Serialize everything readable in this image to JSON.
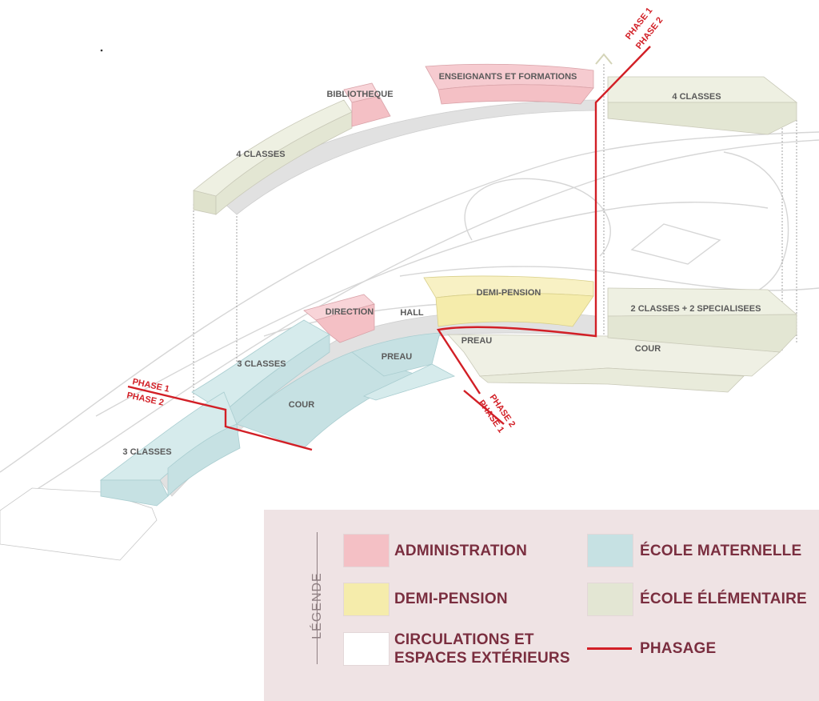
{
  "buildings": {
    "upper_4_classes_left": "4 CLASSES",
    "bibliotheque": "BIBLIOTHEQUE",
    "enseignants": "ENSEIGNANTS ET FORMATIONS",
    "upper_4_classes_right": "4 CLASSES",
    "demi_pension": "DEMI-PENSION",
    "direction": "DIRECTION",
    "hall": "HALL",
    "classes_3_upper": "3 CLASSES",
    "preau_left": "PREAU",
    "cour_left": "COUR",
    "classes_3_lower": "3 CLASSES",
    "preau_right": "PREAU",
    "cour_right": "COUR",
    "classes_specialisees": "2 CLASSES + 2 SPECIALISEES"
  },
  "phases": {
    "top_phase1": "PHASE 1",
    "top_phase2": "PHASE 2",
    "left_phase1": "PHASE 1",
    "left_phase2": "PHASE 2",
    "mid_phase2": "PHASE 2",
    "mid_phase1": "PHASE 1"
  },
  "legend": {
    "title": "LÉGENDE",
    "items": [
      {
        "label": "ADMINISTRATION",
        "color": "#f4c0c5"
      },
      {
        "label": "ÉCOLE MATERNELLE",
        "color": "#c6e1e3"
      },
      {
        "label": "DEMI-PENSION",
        "color": "#f5ecab"
      },
      {
        "label": "ÉCOLE ÉLÉMENTAIRE",
        "color": "#e3e6d3"
      },
      {
        "label_line1": "CIRCULATIONS ET",
        "label_line2": "ESPACES EXTÉRIEURS",
        "color": "#ffffff"
      },
      {
        "label": "PHASAGE",
        "color": "#d21f26"
      }
    ]
  },
  "colors": {
    "administration": "#f4c0c5",
    "maternelle": "#c6e1e3",
    "demi_pension": "#f5ecab",
    "elementaire": "#e3e6d3",
    "circulation": "#dcdcdc",
    "phasage": "#d21f26",
    "legend_bg": "#efe3e4",
    "legend_text": "#7a2e3f"
  }
}
